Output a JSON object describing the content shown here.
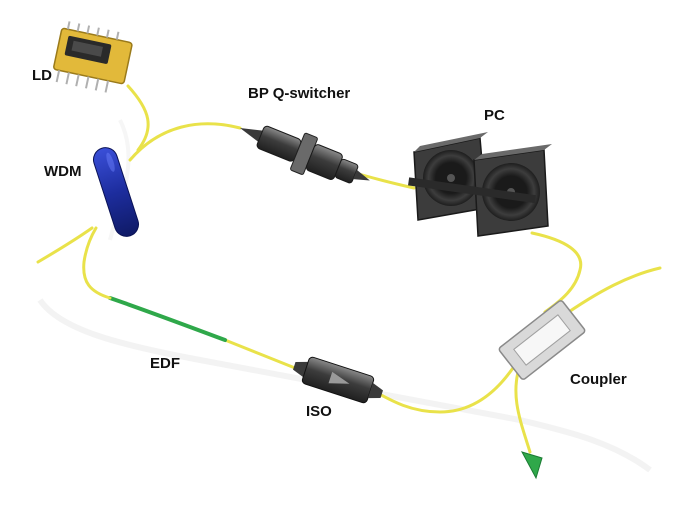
{
  "labels": {
    "ld": "LD",
    "wdm": "WDM",
    "bp_q_switcher": "BP Q-switcher",
    "pc": "PC",
    "edf": "EDF",
    "iso": "ISO",
    "coupler": "Coupler"
  },
  "colors": {
    "fiber": "#e9e24a",
    "edf_fiber": "#2fa84a",
    "wdm": "#1d2d9e",
    "ld_body": "#e2b93a",
    "pc_paddle": "#4a4a4a",
    "output_arrow": "#2fa84a"
  }
}
